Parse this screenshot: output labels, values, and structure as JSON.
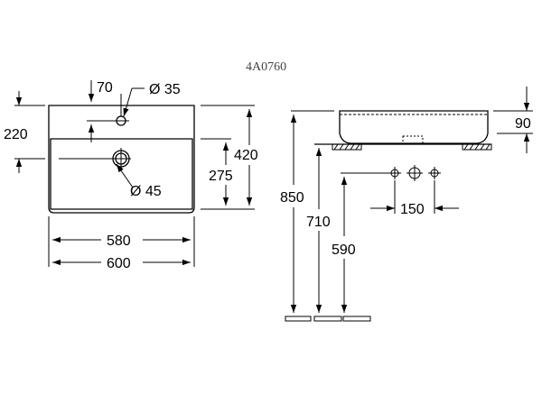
{
  "model_code": "4A0760",
  "top_view": {
    "dims": {
      "tap_offset": "70",
      "tap_hole": "Ø 35",
      "depth_to_tap": "220",
      "total_depth": "420",
      "bowl_depth": "275",
      "drain_hole": "Ø 45",
      "inner_width": "580",
      "total_width": "600"
    }
  },
  "side_view": {
    "dims": {
      "basin_height": "90",
      "height_850": "850",
      "height_710": "710",
      "height_590": "590",
      "tap_spacing": "150"
    }
  }
}
